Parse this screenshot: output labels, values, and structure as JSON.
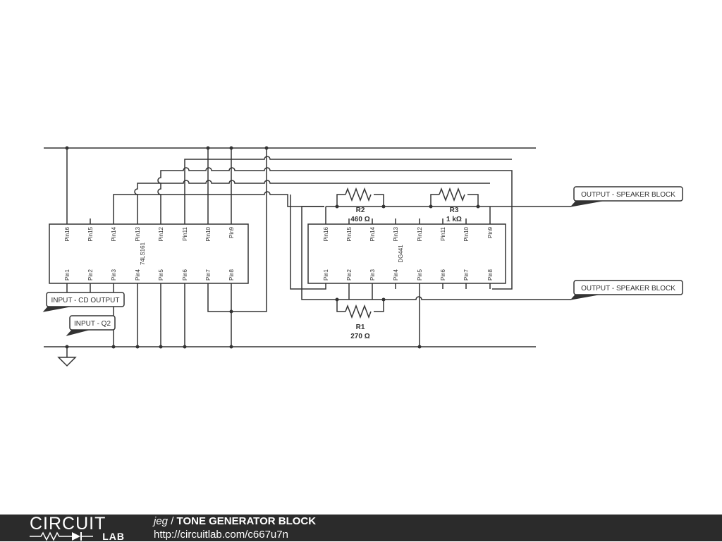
{
  "schematic": {
    "chip1": {
      "name": "74LS161",
      "top_pins": [
        "Pin16",
        "Pin15",
        "Pin14",
        "Pin13",
        "Pin12",
        "Pin11",
        "Pin10",
        "Pin9"
      ],
      "bottom_pins": [
        "Pin1",
        "Pin2",
        "Pin3",
        "Pin4",
        "Pin5",
        "Pin6",
        "Pin7",
        "Pin8"
      ]
    },
    "chip2": {
      "name": "DG441",
      "top_pins": [
        "Pin16",
        "Pin15",
        "Pin14",
        "Pin13",
        "Pin12",
        "Pin11",
        "Pin10",
        "Pin9"
      ],
      "bottom_pins": [
        "Pin1",
        "Pin2",
        "Pin3",
        "Pin4",
        "Pin5",
        "Pin6",
        "Pin7",
        "Pin8"
      ]
    },
    "resistors": {
      "r1": {
        "name": "R1",
        "value": "270 Ω"
      },
      "r2": {
        "name": "R2",
        "value": "460 Ω"
      },
      "r3": {
        "name": "R3",
        "value": "1 kΩ"
      }
    },
    "flags": {
      "output_top": "OUTPUT - SPEAKER BLOCK",
      "output_bottom": "OUTPUT - SPEAKER BLOCK",
      "input_cd": "INPUT - CD OUTPUT",
      "input_q2": "INPUT - Q2"
    }
  },
  "footer": {
    "logo_top": "CIRCUIT",
    "logo_bottom": "LAB",
    "user": "jeg",
    "separator": "/",
    "title": "TONE GENERATOR BLOCK",
    "url": "http://circuitlab.com/c667u7n"
  }
}
